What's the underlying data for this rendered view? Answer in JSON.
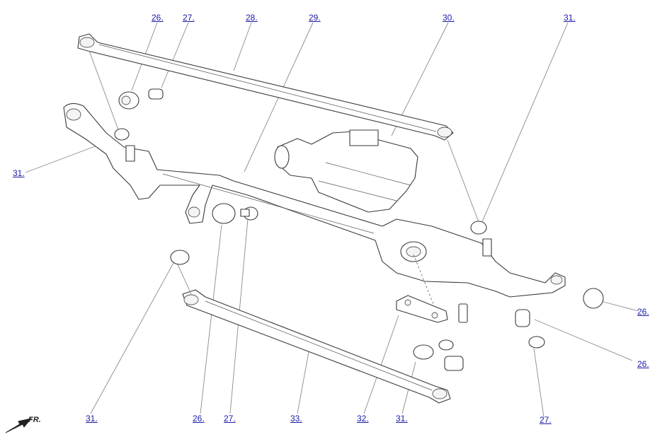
{
  "callouts": [
    {
      "id": "c1",
      "text": "26."
    },
    {
      "id": "c2",
      "text": "27."
    },
    {
      "id": "c3",
      "text": "28."
    },
    {
      "id": "c4",
      "text": "29."
    },
    {
      "id": "c5",
      "text": "30."
    },
    {
      "id": "c6",
      "text": "31."
    },
    {
      "id": "c7",
      "text": "31."
    },
    {
      "id": "c8",
      "text": "31."
    },
    {
      "id": "c9",
      "text": "26."
    },
    {
      "id": "c10",
      "text": "27."
    },
    {
      "id": "c11",
      "text": "33."
    },
    {
      "id": "c12",
      "text": "32."
    },
    {
      "id": "c13",
      "text": "31."
    },
    {
      "id": "c14",
      "text": "26."
    },
    {
      "id": "c15",
      "text": "26."
    },
    {
      "id": "c16",
      "text": "27."
    }
  ],
  "direction_label": "FR.",
  "colors": {
    "link": "#1a1aa6",
    "line": "#3a3a3a",
    "leader": "#8a8a8a"
  }
}
